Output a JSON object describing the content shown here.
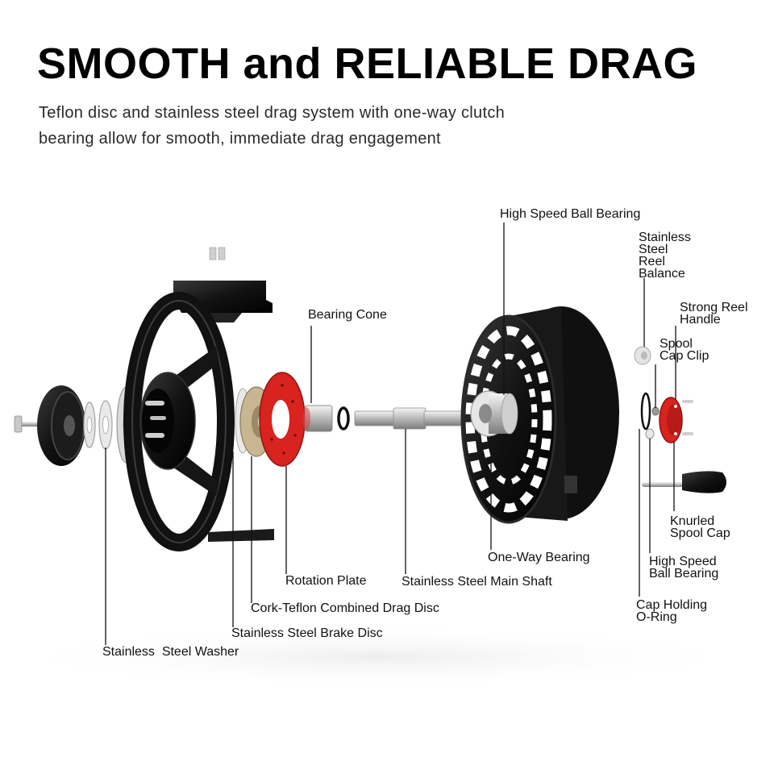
{
  "header": {
    "title": "SMOOTH and RELIABLE DRAG",
    "subtitle_line1": "Teflon disc and stainless steel drag system with one-way clutch",
    "subtitle_line2": "bearing allow for smooth, immediate drag engagement"
  },
  "labels": {
    "high_speed_ball_bearing_top": "High Speed Ball Bearing",
    "bearing_cone": "Bearing Cone",
    "stainless_steel_reel_balance": [
      "Stainless",
      "Steel",
      "Reel",
      "Balance"
    ],
    "strong_reel_handle": [
      "Strong Reel",
      "Handle"
    ],
    "spool_cap_clip": [
      "Spool",
      "Cap Clip"
    ],
    "knurled_spool_cap": [
      "Knurled",
      "Spool Cap"
    ],
    "one_way_bearing": "One-Way Bearing",
    "high_speed_ball_bearing_bottom": [
      "High Speed",
      "Ball Bearing"
    ],
    "rotation_plate": "Rotation Plate",
    "stainless_steel_main_shaft": "Stainless Steel Main Shaft",
    "cap_holding_o_ring": [
      "Cap Holding",
      "O-Ring"
    ],
    "cork_teflon_combined_drag_disc": "Cork-Teflon Combined Drag Disc",
    "stainless_steel_brake_disc": "Stainless Steel Brake Disc",
    "stainless_steel_washer": "Stainless  Steel Washer"
  },
  "colors": {
    "red_part": "#d8231f",
    "black_part": "#141414",
    "cork_part": "#c8b591",
    "steel_part": "#d2d2d2"
  }
}
